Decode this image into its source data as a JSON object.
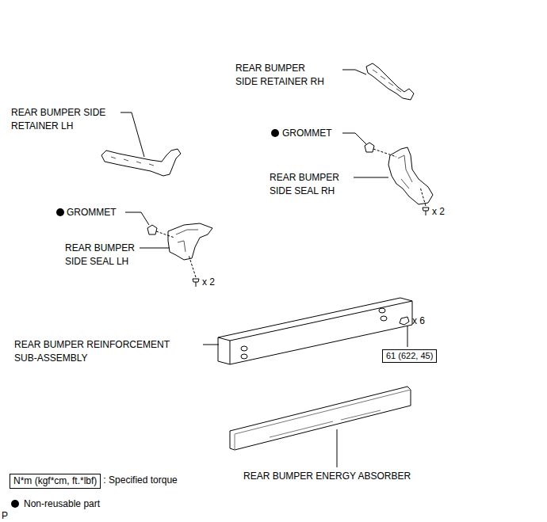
{
  "diagram": {
    "nodes": [
      {
        "text": [
          "61 (622, 45)"
        ]
      },
      {
        "text": [
          "N*m (kgf*cm, ft.*lbf)"
        ]
      }
    ],
    "labels": [
      "REAR BUMPER SIDE RETAINER RH",
      "REAR BUMPER SIDE RETAINER LH",
      "GROMMET",
      "REAR BUMPER SIDE SEAL RH",
      "x 2",
      "GROMMET",
      "REAR BUMPER SIDE SEAL LH",
      "x 2",
      "REAR BUMPER REINFORCEMENT SUB-ASSEMBLY",
      "x 6",
      "REAR BUMPER ENERGY ABSORBER",
      "P"
    ],
    "legend": [
      {
        "text": ": Specified torque"
      },
      {
        "text": "Non-reusable part"
      }
    ]
  }
}
